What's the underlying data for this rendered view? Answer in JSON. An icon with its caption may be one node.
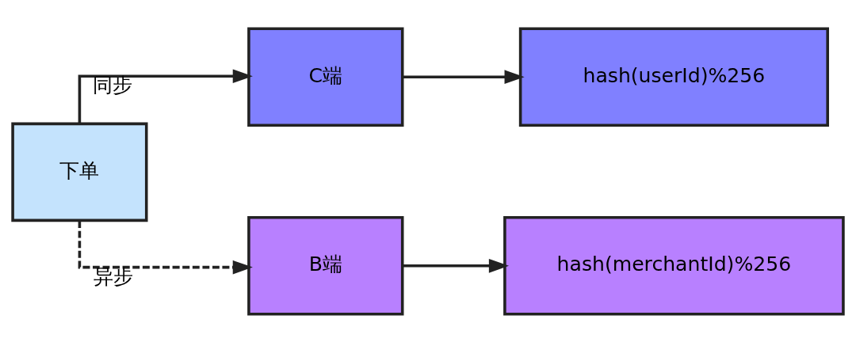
{
  "diagram": {
    "nodes": [
      {
        "text": [
          "下单"
        ]
      },
      {
        "text": [
          "C端"
        ]
      },
      {
        "text": [
          "hash(userId)%256"
        ]
      },
      {
        "text": [
          "B端"
        ]
      },
      {
        "text": [
          "hash(merchantId)%256"
        ]
      }
    ],
    "edges": [
      {
        "from": 0,
        "to": 1,
        "arrow": "to",
        "label": "同步"
      },
      {
        "from": 1,
        "to": 2,
        "arrow": "to"
      },
      {
        "from": 0,
        "to": 3,
        "arrow": "to",
        "label": "异步",
        "style": "dashed"
      },
      {
        "from": 3,
        "to": 4,
        "arrow": "to"
      }
    ]
  }
}
